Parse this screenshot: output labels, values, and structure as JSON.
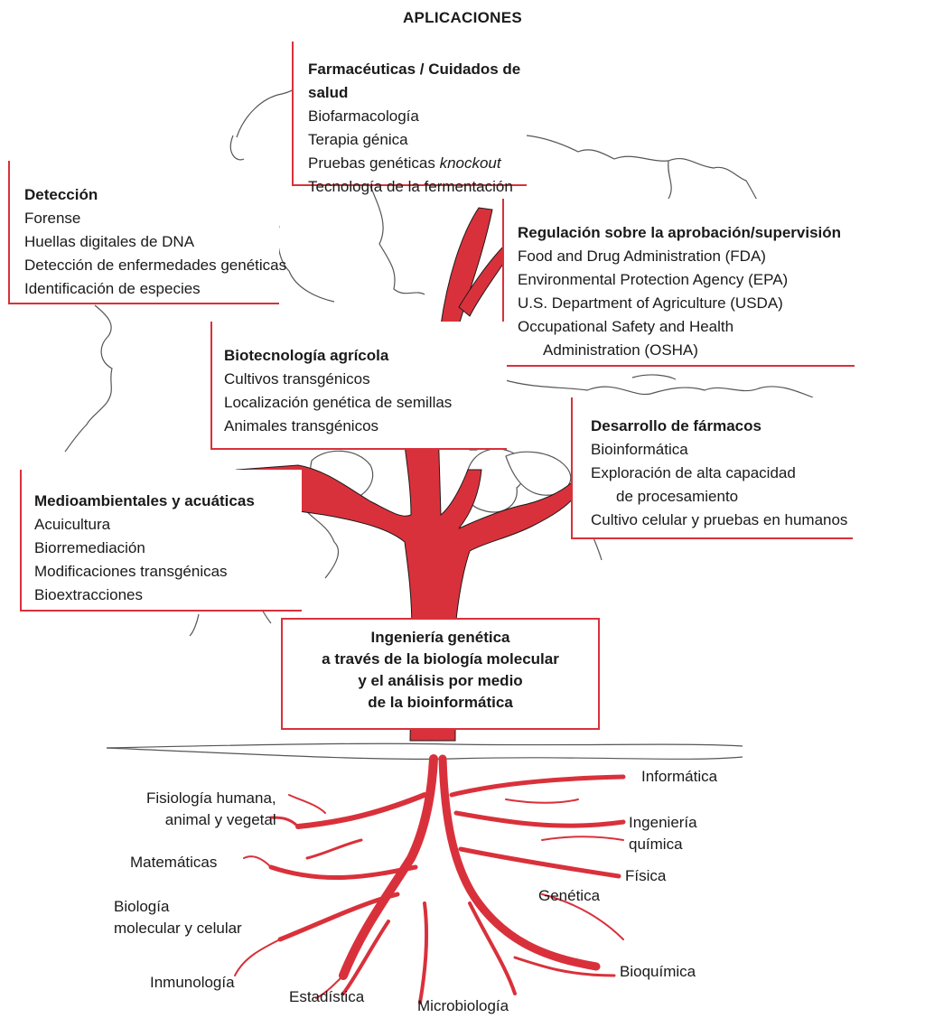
{
  "title": "APLICACIONES",
  "boxes": {
    "farma": {
      "heading": "Farmacéuticas / Cuidados de salud",
      "items": [
        "Biofarmacología",
        "Terapia génica",
        "Pruebas genéticas",
        "Tecnología de la fermentación"
      ],
      "item3_italic": "knockout"
    },
    "deteccion": {
      "heading": "Detección",
      "items": [
        "Forense",
        "Huellas digitales de DNA",
        "Detección de enfermedades genéticas",
        "Identificación de especies"
      ]
    },
    "regulacion": {
      "heading": "Regulación sobre la aprobación/supervisión",
      "items": [
        "Food and Drug Administration (FDA)",
        "Environmental Protection Agency (EPA)",
        "U.S. Department of Agriculture (USDA)",
        "Occupational Safety and Health",
        "Administration (OSHA)"
      ]
    },
    "agricola": {
      "heading": "Biotecnología agrícola",
      "items": [
        "Cultivos transgénicos",
        "Localización genética de semillas",
        "Animales transgénicos"
      ]
    },
    "farmacos": {
      "heading": "Desarrollo de fármacos",
      "items": [
        "Bioinformática",
        "Exploración de alta capacidad",
        "de procesamiento",
        "Cultivo celular y pruebas en humanos"
      ]
    },
    "medio": {
      "heading": "Medioambientales y acuáticas",
      "items": [
        "Acuicultura",
        "Biorremediación",
        "Modificaciones transgénicas",
        "Bioextracciones"
      ]
    }
  },
  "trunk": {
    "lines": [
      "Ingeniería genética",
      "a través de la biología molecular",
      "y el análisis por medio",
      "de la bioinformática"
    ]
  },
  "roots": {
    "fisiologia": [
      "Fisiología humana,",
      "animal y vegetal"
    ],
    "matematicas": "Matemáticas",
    "biologia": [
      "Biología",
      "molecular y celular"
    ],
    "inmunologia": "Inmunología",
    "estadistica": "Estadística",
    "microbiologia": "Microbiología",
    "bioquimica": "Bioquímica",
    "genetica": "Genética",
    "fisica": "Física",
    "ingenieria_quimica": [
      "Ingeniería",
      "química"
    ],
    "informatica": "Informática"
  },
  "colors": {
    "accent": "#d9313b",
    "outline": "#555555"
  }
}
